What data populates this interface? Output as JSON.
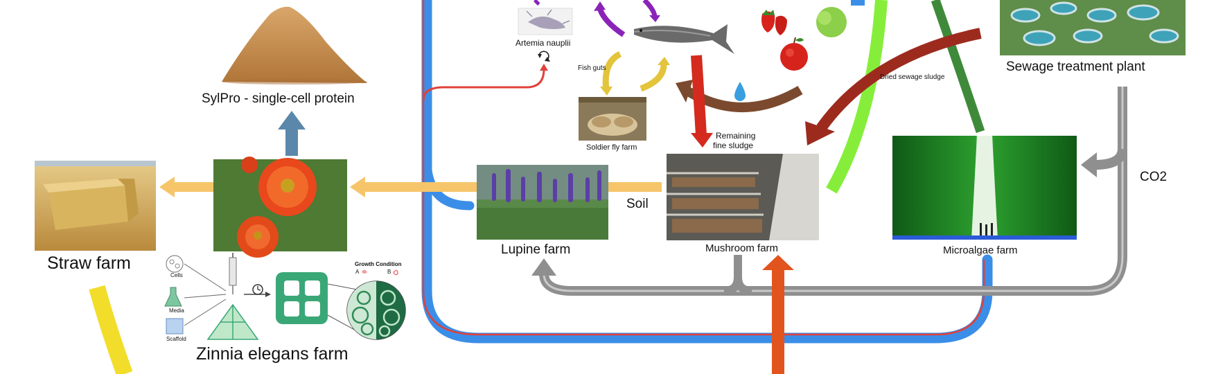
{
  "labels": {
    "sylpro": "SylPro - single-cell protein",
    "straw_farm": "Straw farm",
    "zinnia_farm": "Zinnia elegans farm",
    "artemia": "Artemia nauplii",
    "fish_guts": "Fish guts",
    "soldier_fly": "Soldier fly farm",
    "remaining_sludge_line1": "Remaining",
    "remaining_sludge_line2": "fine sludge",
    "dried_sludge": "Dried sewage sludge",
    "sewage_plant": "Sewage treatment plant",
    "soil": "Soil",
    "lupine_farm": "Lupine farm",
    "mushroom_farm": "Mushroom farm",
    "microalgae_farm": "Microalgae farm",
    "co2": "CO2"
  },
  "scaffold_labels": {
    "cells": "Cells",
    "media": "Media",
    "scaffold": "Scaffold",
    "growth_condition": "Growth Condition",
    "a": "A",
    "b": "B"
  },
  "colors": {
    "blue_loop": "#3b8ee8",
    "red_line": "#e0413a",
    "gray_loop": "#8a8a8a",
    "orange_arrow": "#f4b942",
    "steel_blue_arrow": "#5b88aa",
    "dark_red_arrow": "#9c2b1e",
    "brown_arrow": "#7b4a2e",
    "purple_arrow": "#8a24b8",
    "yellow_curve": "#f2dd2a",
    "lime_curve": "#86ee3b",
    "dark_green_curve": "#3f8a3a",
    "red_down_arrow": "#d52a1e",
    "orange_up_arrow": "#e2541e",
    "scaffold_green": "#3aa777"
  },
  "icons": [
    "water-drop-icon",
    "recycle-icon",
    "clock-icon"
  ]
}
